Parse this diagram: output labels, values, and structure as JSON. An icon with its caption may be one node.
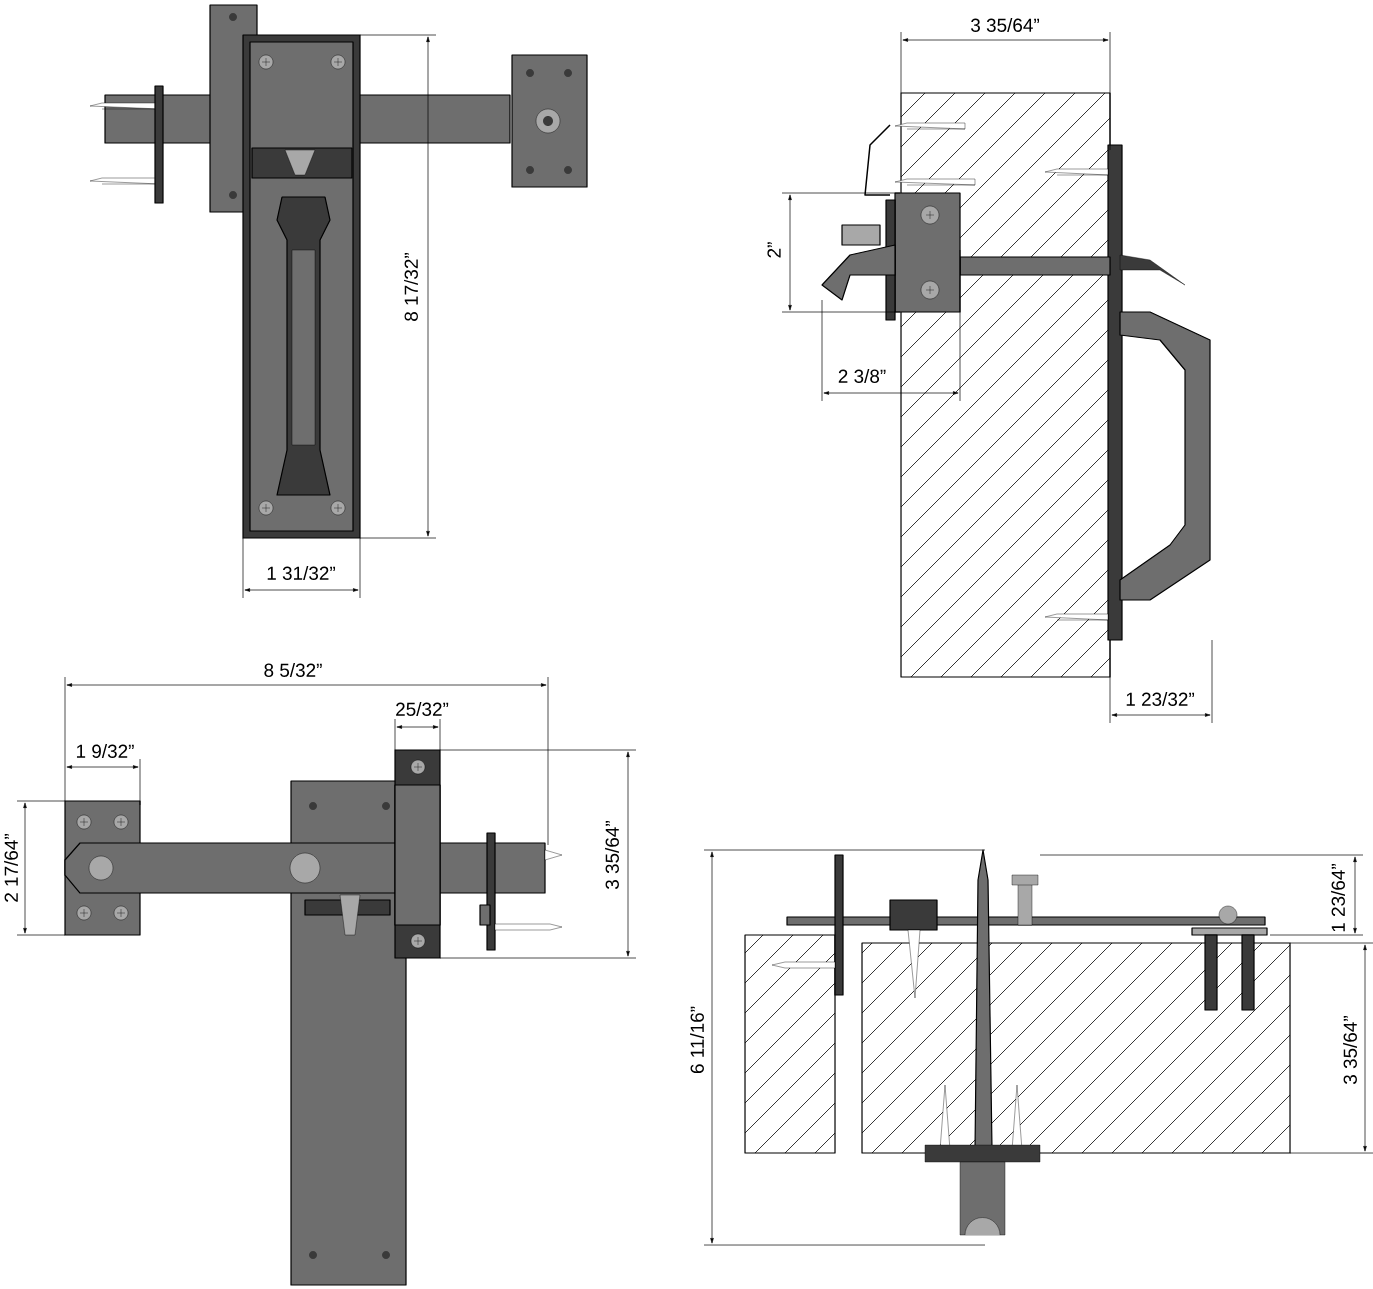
{
  "diagram": {
    "labels": [
      "3 35/64”",
      "8 17/32”",
      "2”",
      "2 3/8”",
      "1 31/32”",
      "1 23/32”",
      "8 5/32”",
      "25/32”",
      "1 9/32”",
      "2 17/64”",
      "3 35/64”",
      "1 23/64”",
      "6 11/16”",
      "3 35/64”"
    ]
  }
}
